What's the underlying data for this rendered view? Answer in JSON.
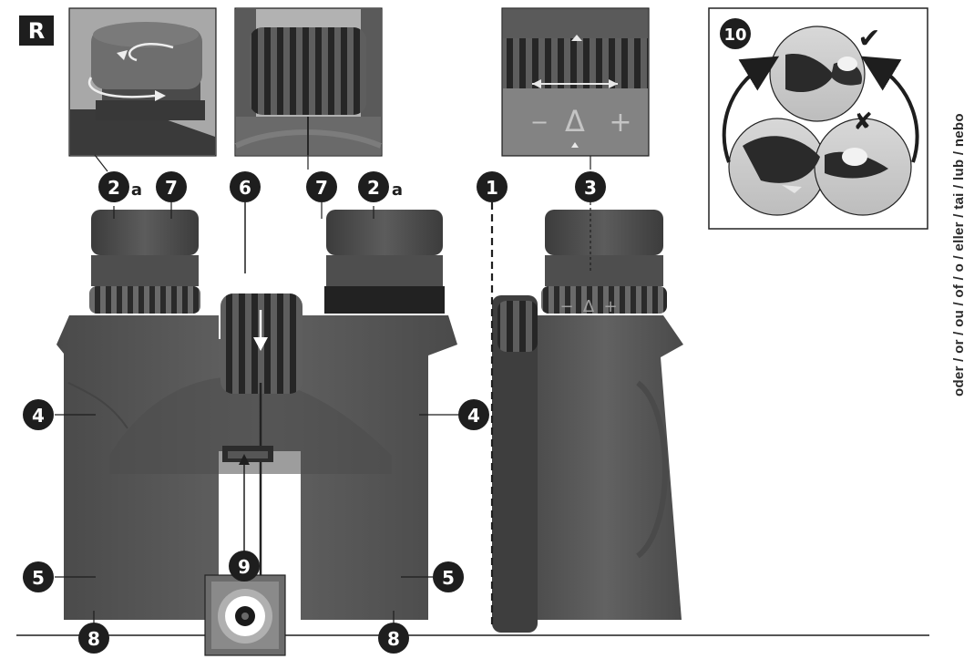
{
  "section_label": "R",
  "side_caption": "oder / or / ou / of / o / eller / tai / lub / nebo",
  "badges": {
    "b1": "1",
    "b2a_left": "2",
    "b2a_right": "2",
    "b2a_suffix": "a",
    "b3": "3",
    "b4_left": "4",
    "b4_right": "4",
    "b5_left": "5",
    "b5_right": "5",
    "b6": "6",
    "b7_left": "7",
    "b7_right": "7",
    "b8_left": "8",
    "b8_right": "8",
    "b9": "9",
    "b10": "10"
  },
  "diopter_scale": {
    "minus": "−",
    "center": "Δ",
    "plus": "+"
  },
  "eyepiece_scale": {
    "minus": "−",
    "center": "Δ",
    "plus": "+"
  },
  "marks": {
    "correct": "✔",
    "incorrect": "✘"
  },
  "colors": {
    "body": "#5a5a5a",
    "body_dark": "#3a3a3a",
    "badge": "#1e1e1e",
    "panel_bg": "#cfcfcf",
    "inset_bg": "#8a8a8a"
  }
}
